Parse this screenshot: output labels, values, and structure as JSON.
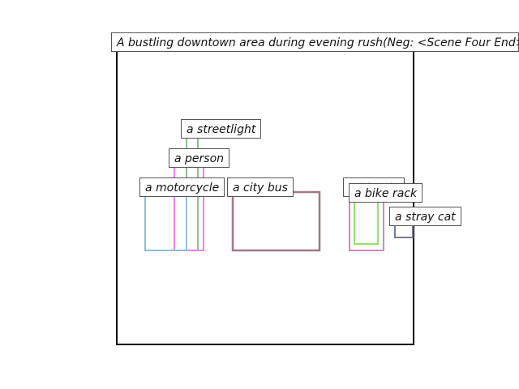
{
  "title": "A bustling downtown area during evening rush(Neg: <Scene Four End>",
  "objects": [
    {
      "label": "a streetlight",
      "color": "#8fbc8f"
    },
    {
      "label": "a person",
      "color": "#ee82ee"
    },
    {
      "label": "a motorcycle",
      "color": "#8fbcd8"
    },
    {
      "label": "a city bus",
      "color": "#a57686"
    },
    {
      "label": "a bicycle",
      "color": "#d08ab8"
    },
    {
      "label": "a bike rack",
      "color": "#90e070"
    },
    {
      "label": "a stray cat",
      "color": "#7a7898"
    }
  ]
}
